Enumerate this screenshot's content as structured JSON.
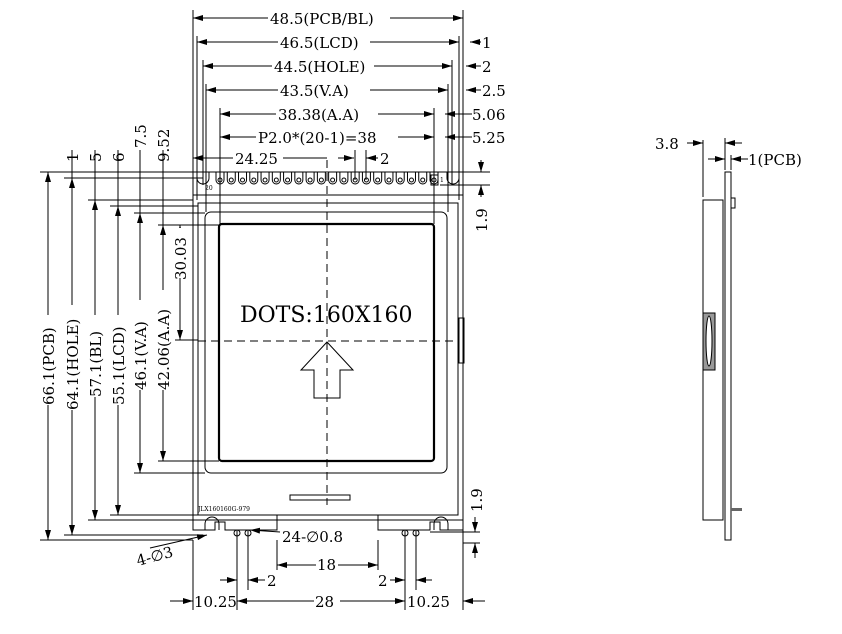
{
  "title": "LCD module mechanical drawing",
  "top_dims": {
    "pcb_bl_width": "48.5(PCB/BL)",
    "lcd_width": "46.5(LCD)",
    "lcd_offset": "1",
    "hole_width": "44.5(HOLE)",
    "hole_offset": "2",
    "va_width": "43.5(V.A)",
    "va_offset": "2.5",
    "aa_width": "38.38(A.A)",
    "aa_offset": "5.06",
    "pin_pitch": "P2.0*(20-1)=38",
    "pin_offset": "5.25",
    "center_offset": "24.25",
    "pin_spacing": "2",
    "pin_row_height": "1.9"
  },
  "left_dims": {
    "pcb_height": "66.1(PCB)",
    "hole_height": "64.1(HOLE)",
    "bl_height": "57.1(BL)",
    "lcd_height": "55.1(LCD)",
    "va_height": "46.1(V.A)",
    "aa_height": "42.06(A.A)",
    "aa_center": "30.03",
    "top_1": "1",
    "top_5": "5",
    "top_6": "6",
    "top_7_5": "7.5",
    "top_9_52": "9.52"
  },
  "display": {
    "dots_label": "DOTS:160X160",
    "pin_first": "1",
    "pin_last": "20",
    "part_number": "JLX160160G-979"
  },
  "bottom_dims": {
    "mount_holes": "4-∅3",
    "pin_holes": "24-∅0.8",
    "center_span": "18",
    "left_spacing": "2",
    "right_spacing": "2",
    "left_offset": "10.25",
    "middle_span": "28",
    "right_offset": "10.25",
    "bottom_height": "1.9"
  },
  "side_view": {
    "thickness": "3.8",
    "pcb_thickness": "1(PCB)"
  }
}
